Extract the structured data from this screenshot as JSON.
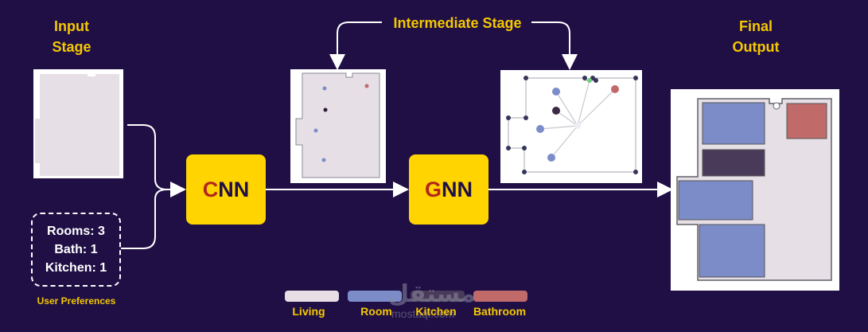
{
  "stages": {
    "input": "Input\nStage",
    "intermediate": "Intermediate Stage",
    "final": "Final\nOutput"
  },
  "models": {
    "cnn_first": "C",
    "cnn_rest": "NN",
    "gnn_first": "G",
    "gnn_rest": "NN"
  },
  "preferences": {
    "rooms": "Rooms: 3",
    "bath": "Bath: 1",
    "kitchen": "Kitchen: 1",
    "label": "User Preferences"
  },
  "legend": [
    {
      "label": "Living",
      "color": "#e6dfe6"
    },
    {
      "label": "Room",
      "color": "#7b8cc8"
    },
    {
      "label": "Kitchen",
      "color": "#4a3a5a"
    },
    {
      "label": "Bathroom",
      "color": "#c06a6a"
    }
  ],
  "watermark": {
    "text": "مستقل",
    "sub": "mostaql.com"
  },
  "colors": {
    "background": "#1f0f45",
    "accent": "#ffd400",
    "title": "#f5c800",
    "living": "#e6dfe6",
    "room": "#7b8cc8",
    "kitchen": "#4a3a5a",
    "bathroom": "#c06a6a"
  }
}
